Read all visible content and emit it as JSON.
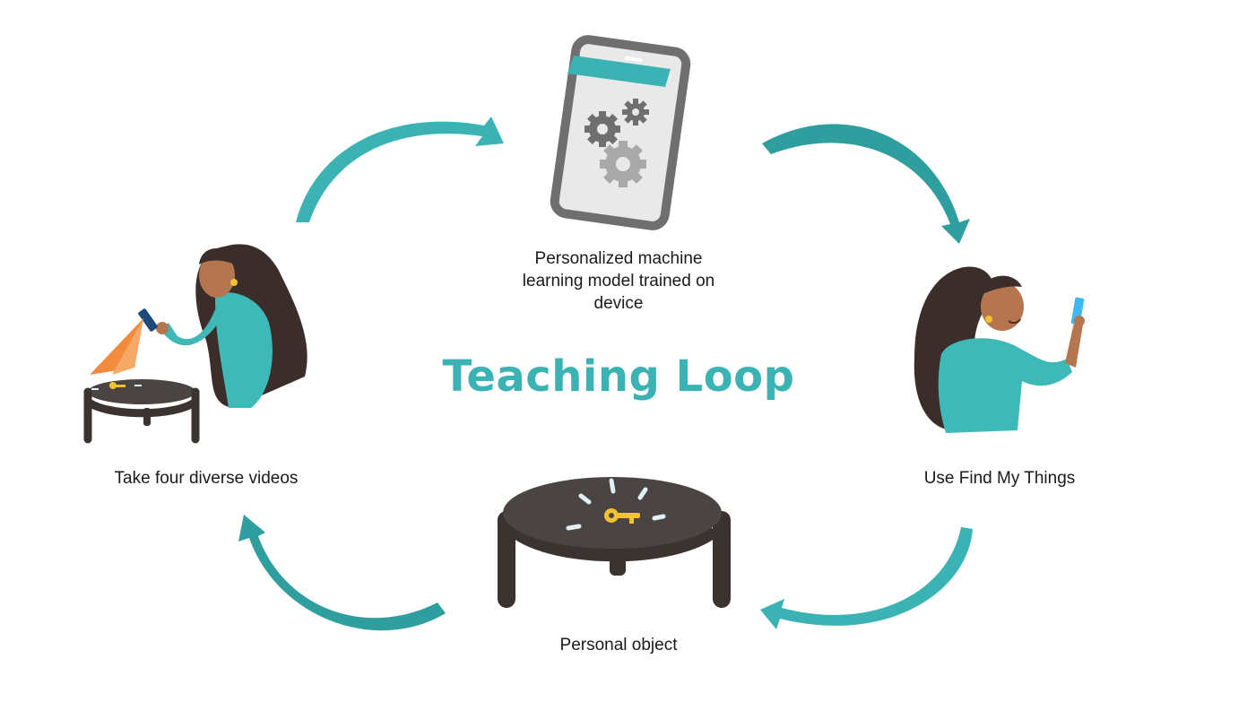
{
  "title": "Teaching Loop",
  "steps": {
    "model": {
      "caption_lines": [
        "Personalized machine",
        "learning model trained on",
        "device"
      ]
    },
    "take_videos": {
      "caption": "Take four diverse videos"
    },
    "find_things": {
      "caption": "Use Find My Things"
    },
    "personal_object": {
      "caption": "Personal object"
    }
  },
  "colors": {
    "accent": "#3bb3b4",
    "arrow_dark": "#2a8f8f",
    "skin": "#b5764f",
    "hair": "#3a2d2a",
    "shirt": "#3fb8b8",
    "table": "#4a4442",
    "table_legs": "#3b3330",
    "key": "#f2c230",
    "orange": "#f28c3c",
    "phone_frame": "#6f6f6f",
    "phone_screen": "#e9e9e9",
    "gear_dark": "#6f6f6f",
    "gear_light": "#a9a9a9"
  },
  "icons": [
    "phone-gears-icon",
    "woman-filming-icon",
    "woman-phone-icon",
    "table-key-icon"
  ]
}
